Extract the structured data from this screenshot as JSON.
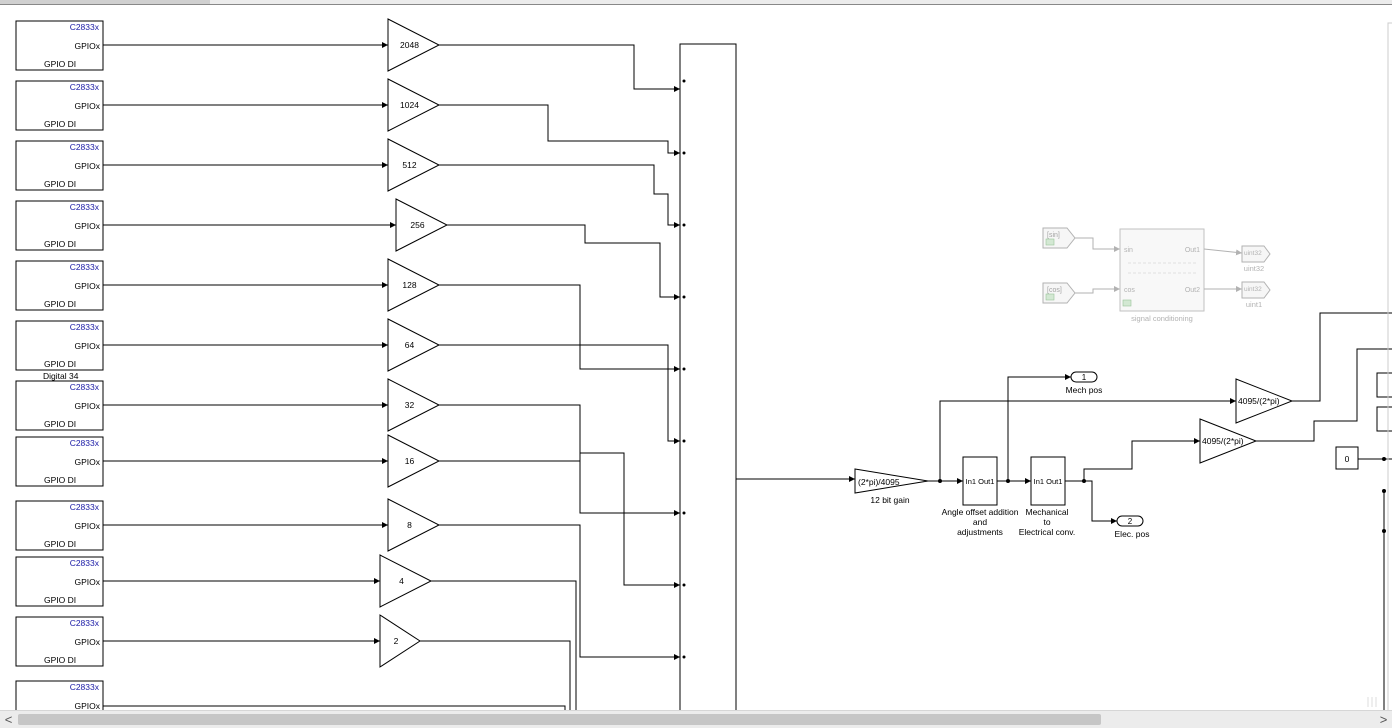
{
  "model": {
    "gpio_blocks": [
      {
        "title": "C2833x",
        "port": "GPIOx",
        "label": "GPIO DI"
      },
      {
        "title": "C2833x",
        "port": "GPIOx",
        "label": "GPIO DI"
      },
      {
        "title": "C2833x",
        "port": "GPIOx",
        "label": "GPIO DI"
      },
      {
        "title": "C2833x",
        "port": "GPIOx",
        "label": "GPIO DI"
      },
      {
        "title": "C2833x",
        "port": "GPIOx",
        "label": "GPIO DI"
      },
      {
        "title": "C2833x",
        "port": "GPIOx",
        "label": "GPIO DI"
      },
      {
        "title": "C2833x",
        "port": "GPIOx",
        "label": "GPIO DI"
      },
      {
        "title": "C2833x",
        "port": "GPIOx",
        "label": "GPIO DI"
      },
      {
        "title": "C2833x",
        "port": "GPIOx",
        "label": "GPIO DI"
      },
      {
        "title": "C2833x",
        "port": "GPIOx",
        "label": "GPIO DI"
      },
      {
        "title": "C2833x",
        "port": "GPIOx",
        "label": "GPIO DI"
      },
      {
        "title": "C2833x",
        "port": "GPIOx",
        "label": ""
      }
    ],
    "block_caption_digital": "Digital 34",
    "gains": [
      "2048",
      "1024",
      "512",
      "256",
      "128",
      "64",
      "32",
      "16",
      "8",
      "4",
      "2"
    ],
    "scale_gain": {
      "value": "(2*pi)/4095",
      "caption": "12 bit gain"
    },
    "subsystem_offset": {
      "ports": "In1 Out1",
      "caption_lines": [
        "Angle offset addition",
        "and",
        "adjustments"
      ]
    },
    "subsystem_mech": {
      "ports": "In1 Out1",
      "caption_lines": [
        "Mechanical",
        "to",
        "Electrical conv."
      ]
    },
    "outport_mech": {
      "num": "1",
      "label": "Mech pos"
    },
    "outport_elec": {
      "num": "2",
      "label": "Elec. pos"
    },
    "gain_right_1": "4095/(2*pi)",
    "gain_right_2": "4095/(2*pi)",
    "constant_zero": "0",
    "signal_cond": {
      "from_sin": "[sin]",
      "from_cos": "[cos]",
      "in_sin": "sin",
      "in_cos": "cos",
      "out1": "Out1",
      "out2": "Out2",
      "conv1": "uint32",
      "conv2": "uint32",
      "conv1_label": "uint32",
      "conv2_label": "uint1",
      "caption": "signal conditioning"
    },
    "colors": {
      "line": "#000000",
      "title_blue": "#1a1aa6",
      "ghost": "#aaaaaa",
      "ghost_green": "#8fbf8f"
    }
  },
  "ui": {
    "scroll_left": "<",
    "scroll_right": ">"
  }
}
